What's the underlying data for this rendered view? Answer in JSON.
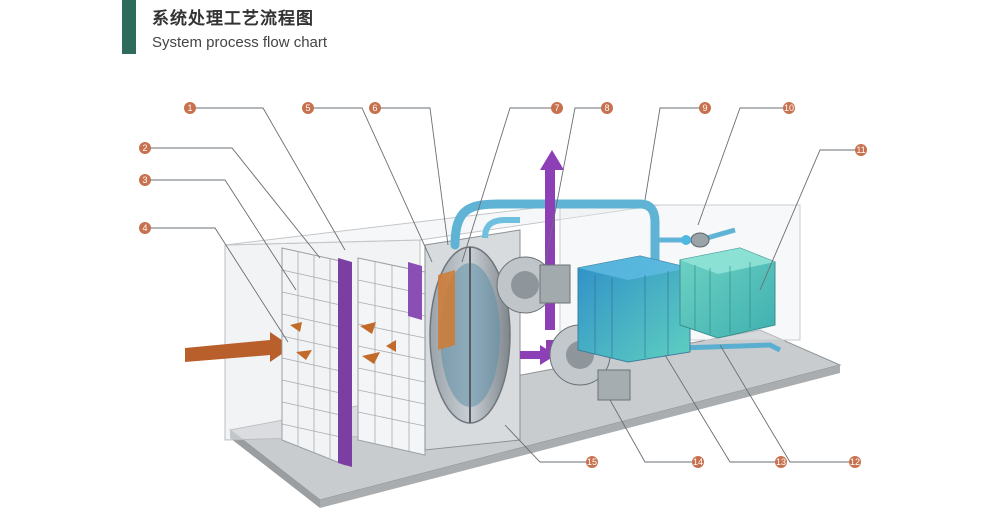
{
  "header": {
    "title_cn": "系统处理工艺流程图",
    "title_en": "System process flow chart",
    "accent_color": "#2f6b5a"
  },
  "callouts": [
    {
      "label": "1"
    },
    {
      "label": "2"
    },
    {
      "label": "3"
    },
    {
      "label": "4"
    },
    {
      "label": "5"
    },
    {
      "label": "6"
    },
    {
      "label": "7"
    },
    {
      "label": "8"
    },
    {
      "label": "9"
    },
    {
      "label": "10"
    },
    {
      "label": "11"
    },
    {
      "label": "12"
    },
    {
      "label": "13"
    },
    {
      "label": "14"
    },
    {
      "label": "15"
    }
  ],
  "colors": {
    "callout": "#c8714f",
    "inlet_arrow": "#b35a2a",
    "filter_purple": "#7a3fa0",
    "pipe_blue": "#5aaed0",
    "exhaust_purple": "#8a3fb0",
    "tank_cyan": "#3fb3c8"
  }
}
